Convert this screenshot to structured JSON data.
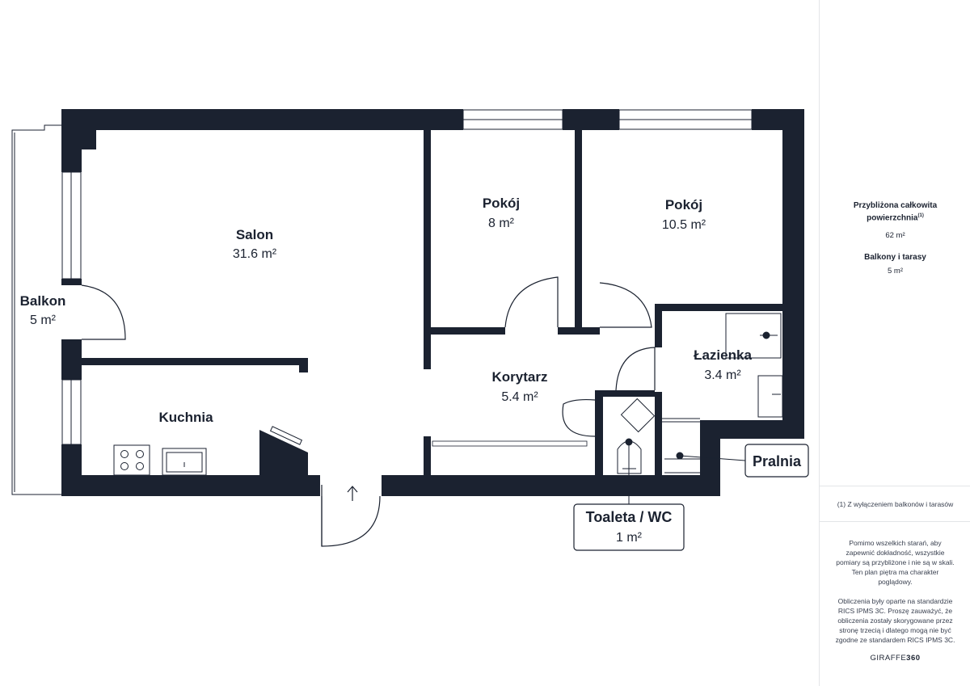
{
  "rooms": {
    "salon": {
      "name": "Salon",
      "area": "31.6 m²"
    },
    "pokoj_1": {
      "name": "Pokój",
      "area": "8 m²"
    },
    "pokoj_2": {
      "name": "Pokój",
      "area": "10.5 m²"
    },
    "balkon": {
      "name": "Balkon",
      "area": "5 m²"
    },
    "kuchnia": {
      "name": "Kuchnia"
    },
    "korytarz": {
      "name": "Korytarz",
      "area": "5.4 m²"
    },
    "lazienka": {
      "name": "Łazienka",
      "area": "3.4 m²"
    },
    "toaleta": {
      "name": "Toaleta / WC",
      "area": "1 m²"
    },
    "pralnia": {
      "name": "Pralnia"
    }
  },
  "summary": {
    "total_label": "Przybliżona całkowita powierzchnia",
    "total_footnote_mark": "(1)",
    "total_value": "62 m²",
    "balcony_label": "Balkony i tarasy",
    "balcony_value": "5 m²"
  },
  "footnote": "(1) Z wyłączeniem balkonów i tarasów",
  "disclaimer_1": "Pomimo wszelkich starań, aby zapewnić dokładność, wszystkie pomiary są przybliżone i nie są w skali. Ten plan piętra ma charakter poglądowy.",
  "disclaimer_2": "Obliczenia były oparte na standardzie RICS IPMS 3C. Proszę zauważyć, że obliczenia zostały skorygowane przez stronę trzecią i dlatego mogą nie być zgodne ze standardem RICS IPMS 3C.",
  "brand": {
    "light": "GIRAFFE",
    "bold": "360"
  },
  "colors": {
    "wall": "#1b2230",
    "background": "#ffffff",
    "divider": "#e3e5e8"
  }
}
